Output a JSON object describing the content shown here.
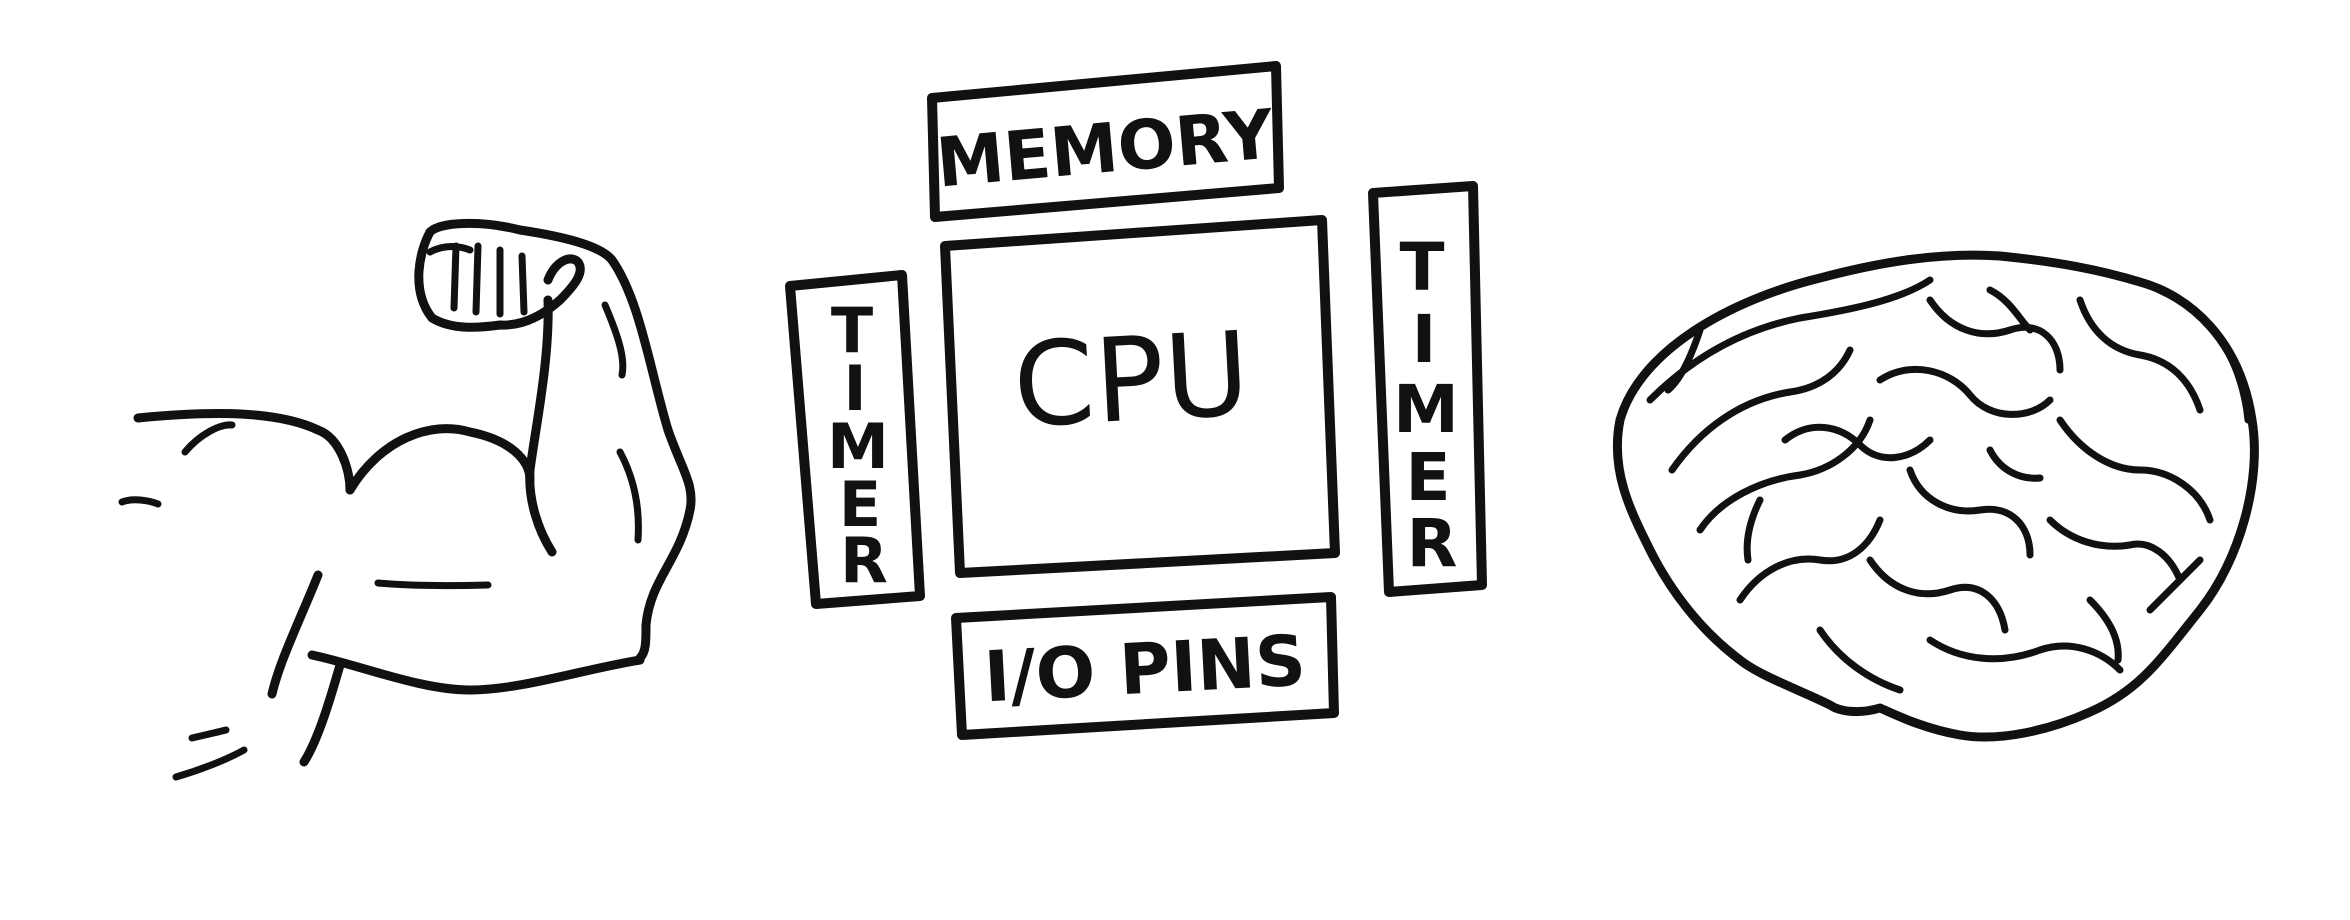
{
  "diagram": {
    "cpu": {
      "label": "CPU"
    },
    "memory": {
      "label": "MEMORY"
    },
    "io_pins": {
      "label": "I/O PINS"
    },
    "timer_left": {
      "label": "TIMER",
      "letters": [
        "T",
        "I",
        "M",
        "E",
        "R"
      ]
    },
    "timer_right": {
      "label": "TIMER",
      "letters": [
        "T",
        "I",
        "M",
        "E",
        "R"
      ]
    },
    "icons": {
      "left": "flexed-arm-icon",
      "right": "brain-icon"
    },
    "colors": {
      "ink": "#111111",
      "background": "#ffffff"
    }
  }
}
